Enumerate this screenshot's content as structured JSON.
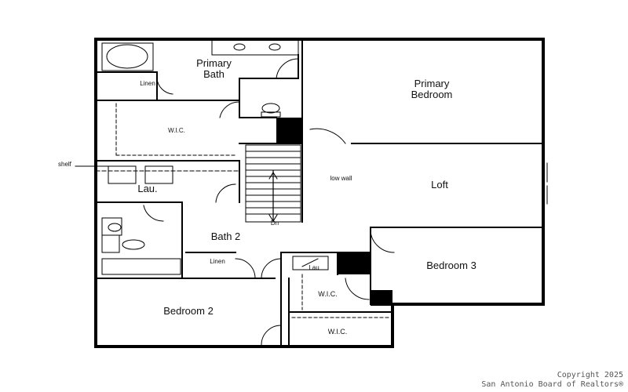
{
  "rooms": {
    "primary_bath": "Primary\nBath",
    "primary_bedroom": "Primary\nBedroom",
    "linen_top": "Linen",
    "wic_top": "W.I.C.",
    "shelf": "shelf",
    "laundry": "Lau.",
    "low_wall": "low wall",
    "loft": "Loft",
    "dn": "Dn",
    "bath2": "Bath 2",
    "linen_bottom": "Linen",
    "lau_small": "Lau",
    "bedroom3": "Bedroom 3",
    "wic_mid": "W.I.C.",
    "bedroom2": "Bedroom 2",
    "wic_bottom": "W.I.C."
  },
  "copyright": {
    "line1": "Copyright 2025",
    "line2": "San Antonio Board of Realtors®"
  }
}
